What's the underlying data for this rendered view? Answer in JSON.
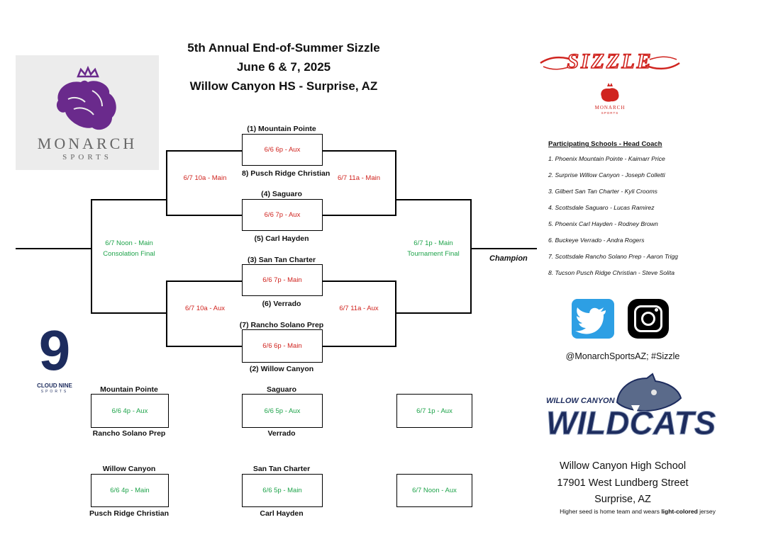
{
  "header": {
    "line1": "5th Annual End-of-Summer Sizzle",
    "line2": "June 6 & 7, 2025",
    "line3": "Willow Canyon HS - Surprise, AZ"
  },
  "logos": {
    "monarch_name": "MONARCH",
    "monarch_sub": "SPORTS",
    "sizzle": "SIZZLE",
    "sizzle_monarch": "MONARCH",
    "sizzle_monarch_sub": "SPORTS",
    "cloud_nine_mark": "9",
    "cloud_nine": "CLOUD NINE",
    "cloud_nine_sub": "SPORTS",
    "wildcats": "WILDCATS",
    "wildcats_top": "WILLOW CANYON"
  },
  "bracket": {
    "seed1": "(1) Mountain Pointe",
    "seed8": "8) Pusch Ridge Christian",
    "seed4": "(4) Saguaro",
    "seed5": "(5) Carl Hayden",
    "seed3": "(3) San Tan Charter",
    "seed6": "(6) Verrado",
    "seed7": "(7) Rancho Solano Prep",
    "seed2": "(2) Willow Canyon",
    "g1": "6/6 6p - Aux",
    "g2": "6/6 7p - Aux",
    "g3": "6/6 7p - Main",
    "g4": "6/6 6p - Main",
    "q_top_left": "6/7 10a - Main",
    "q_top_right": "6/7 11a - Main",
    "q_bot_left": "6/7 10a - Aux",
    "q_bot_right": "6/7 11a - Aux",
    "consolation_time": "6/7 Noon - Main",
    "consolation_label": "Consolation Final",
    "final_time": "6/7 1p - Main",
    "final_label": "Tournament Final",
    "champion": "Champion"
  },
  "extra_games": {
    "c1_top": "Mountain Pointe",
    "c1_game": "6/6 4p - Aux",
    "c1_bot": "Rancho Solano Prep",
    "c2_top": "Willow Canyon",
    "c2_game": "6/6  4p - Main",
    "c2_bot": "Pusch Ridge Christian",
    "c3_top": "Saguaro",
    "c3_game": "6/6  5p - Aux",
    "c3_bot": "Verrado",
    "c4_top": "San Tan Charter",
    "c4_game": "6/6  5p - Main",
    "c4_bot": "Carl Hayden",
    "c5_game": "6/7 1p - Aux",
    "c6_game": "6/7 Noon - Aux"
  },
  "schools": {
    "heading": "Participating Schools - Head Coach",
    "list": [
      "1. Phoenix Mountain Pointe - Kaimarr Price",
      "2. Surprise Willow Canyon - Joseph Colletti",
      "3. Gilbert San Tan Charter - Kyli Crooms",
      "4. Scottsdale Saguaro - Lucas Ramirez",
      "5. Phoenix Carl Hayden - Rodney Brown",
      "6. Buckeye Verrado - Andra Rogers",
      "7. Scottsdale Rancho Solano Prep - Aaron Trigg",
      "8. Tucson Pusch Ridge Christian - Steve Solita"
    ]
  },
  "social": {
    "handle": "@MonarchSportsAZ; #Sizzle",
    "twitter_icon": "twitter-bird-icon",
    "instagram_icon": "instagram-camera-icon"
  },
  "footer": {
    "school": "Willow Canyon High School",
    "street": "17901 West Lundberg Street",
    "city": "Surprise, AZ",
    "note_pre": "Higher seed is home team and wears ",
    "note_bold": "light-colored",
    "note_post": " jersey"
  },
  "colors": {
    "red": "#d0241f",
    "green": "#1ea34a",
    "purple": "#6a2a8c",
    "navy": "#1d2c5e"
  }
}
